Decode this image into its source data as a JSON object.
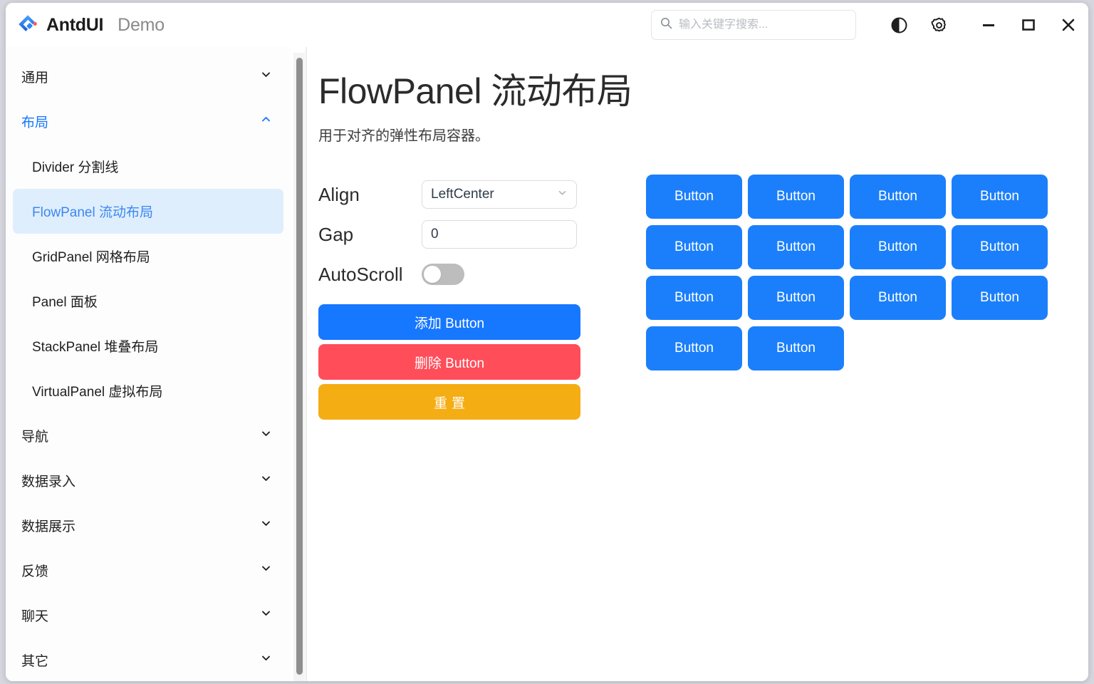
{
  "window": {
    "brand_name": "AntdUI",
    "brand_suffix": "Demo",
    "logo_icon": "antdui-logo-icon"
  },
  "titlebar": {
    "search": {
      "placeholder": "输入关键字搜索...",
      "value": "",
      "icon": "search-icon"
    },
    "theme_toggle_icon": "theme-contrast-icon",
    "settings_icon": "gear-icon",
    "minimize_icon": "minimize-icon",
    "maximize_icon": "maximize-icon",
    "close_icon": "close-icon"
  },
  "sidebar": {
    "groups": [
      {
        "label": "通用",
        "expanded": false,
        "chevron": "chevron-down-icon",
        "items": []
      },
      {
        "label": "布局",
        "expanded": true,
        "chevron": "chevron-up-icon",
        "items": [
          {
            "label": "Divider 分割线",
            "selected": false
          },
          {
            "label": "FlowPanel 流动布局",
            "selected": true
          },
          {
            "label": "GridPanel 网格布局",
            "selected": false
          },
          {
            "label": "Panel 面板",
            "selected": false
          },
          {
            "label": "StackPanel 堆叠布局",
            "selected": false
          },
          {
            "label": "VirtualPanel 虚拟布局",
            "selected": false
          }
        ]
      },
      {
        "label": "导航",
        "expanded": false,
        "chevron": "chevron-down-icon",
        "items": []
      },
      {
        "label": "数据录入",
        "expanded": false,
        "chevron": "chevron-down-icon",
        "items": []
      },
      {
        "label": "数据展示",
        "expanded": false,
        "chevron": "chevron-down-icon",
        "items": []
      },
      {
        "label": "反馈",
        "expanded": false,
        "chevron": "chevron-down-icon",
        "items": []
      },
      {
        "label": "聊天",
        "expanded": false,
        "chevron": "chevron-down-icon",
        "items": []
      },
      {
        "label": "其它",
        "expanded": false,
        "chevron": "chevron-down-icon",
        "items": []
      }
    ]
  },
  "main": {
    "title": "FlowPanel 流动布局",
    "subtitle": "用于对齐的弹性布局容器。",
    "controls": {
      "align_label": "Align",
      "align_value": "LeftCenter",
      "align_chevron": "chevron-down-icon",
      "gap_label": "Gap",
      "gap_value": "0",
      "autoscroll_label": "AutoScroll",
      "autoscroll_on": false,
      "add_label": "添加 Button",
      "delete_label": "删除 Button",
      "reset_label": "重置"
    },
    "flow_panel": {
      "button_label": "Button",
      "count": 14,
      "buttons": [
        "Button",
        "Button",
        "Button",
        "Button",
        "Button",
        "Button",
        "Button",
        "Button",
        "Button",
        "Button",
        "Button",
        "Button",
        "Button",
        "Button"
      ]
    }
  },
  "colors": {
    "primary": "#1677ff",
    "danger": "#ff4d5a",
    "warning": "#f5ad14",
    "button_blue": "#1b7ffb",
    "selected_bg": "#dfeefd",
    "selected_text": "#3c88f0"
  }
}
